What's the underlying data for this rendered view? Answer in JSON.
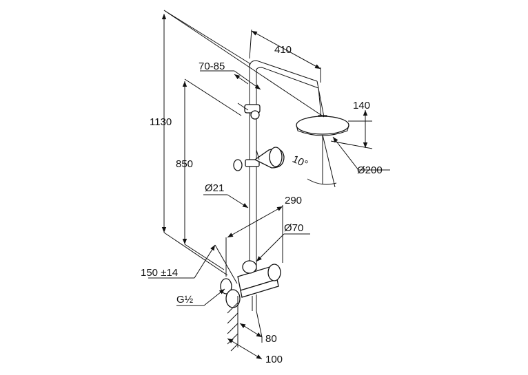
{
  "dimensions": {
    "total_height": "1130",
    "arm_length": "410",
    "bracket_range": "70-85",
    "head_height": "140",
    "slide_height": "850",
    "tilt_angle": "10°",
    "head_diameter": "Ø200",
    "rail_diameter": "Ø21",
    "mixer_width": "290",
    "escutcheon_diameter": "Ø70",
    "connection_spacing": "150 ±14",
    "thread": "G½",
    "wall_offset_mixer": "80",
    "wall_offset_total": "100"
  }
}
